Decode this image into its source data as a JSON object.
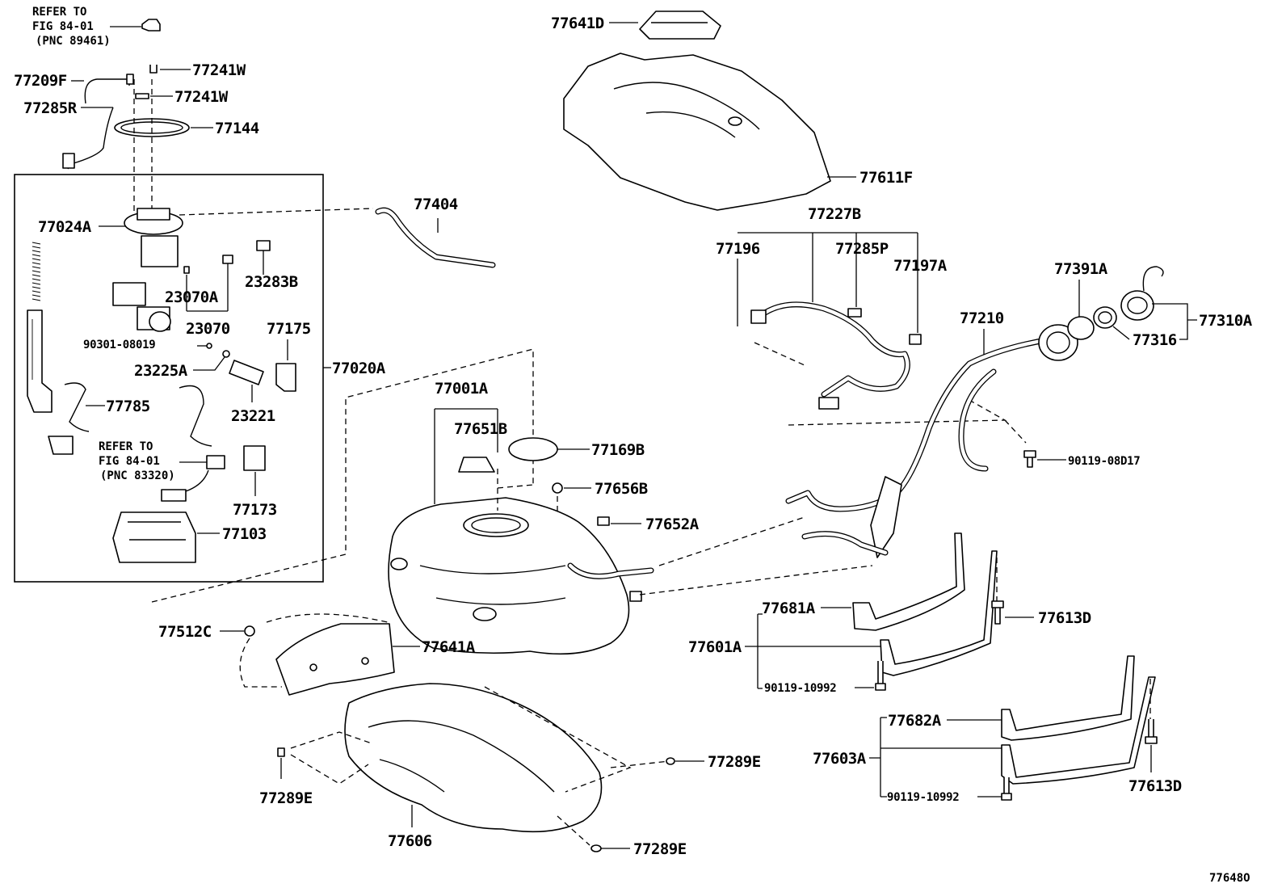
{
  "refs": [
    {
      "line1": "REFER TO",
      "line2": "FIG 84-01",
      "line3": "(PNC 89461)"
    },
    {
      "line1": "REFER TO",
      "line2": "FIG 84-01",
      "line3": "(PNC 83320)"
    }
  ],
  "labels": {
    "p77241W_a": "77241W",
    "p77209F": "77209F",
    "p77241W_b": "77241W",
    "p77285R": "77285R",
    "p77144": "77144",
    "p77024A": "77024A",
    "p23283B": "23283B",
    "p23070A": "23070A",
    "p23070": "23070",
    "p77175": "77175",
    "p90301": "90301-08019",
    "p23225A": "23225A",
    "p77020A": "77020A",
    "p77785": "77785",
    "p23221": "23221",
    "p77173": "77173",
    "p77103": "77103",
    "p77404": "77404",
    "p77641D": "77641D",
    "p77611F": "77611F",
    "p77227B": "77227B",
    "p77196": "77196",
    "p77285P": "77285P",
    "p77197A": "77197A",
    "p77391A": "77391A",
    "p77210": "77210",
    "p77316": "77316",
    "p77310A": "77310A",
    "p90119_08D17": "90119-08D17",
    "p77001A": "77001A",
    "p77651B": "77651B",
    "p77169B": "77169B",
    "p77656B": "77656B",
    "p77652A": "77652A",
    "p77681A": "77681A",
    "p77601A": "77601A",
    "p77613D_a": "77613D",
    "p90119_10992_a": "90119-10992",
    "p77512C": "77512C",
    "p77641A": "77641A",
    "p77682A": "77682A",
    "p77603A": "77603A",
    "p90119_10992_b": "90119-10992",
    "p77613D_b": "77613D",
    "p77289E_a": "77289E",
    "p77289E_b": "77289E",
    "p77289E_c": "77289E",
    "p77606": "77606",
    "figure_id": "77648O"
  }
}
